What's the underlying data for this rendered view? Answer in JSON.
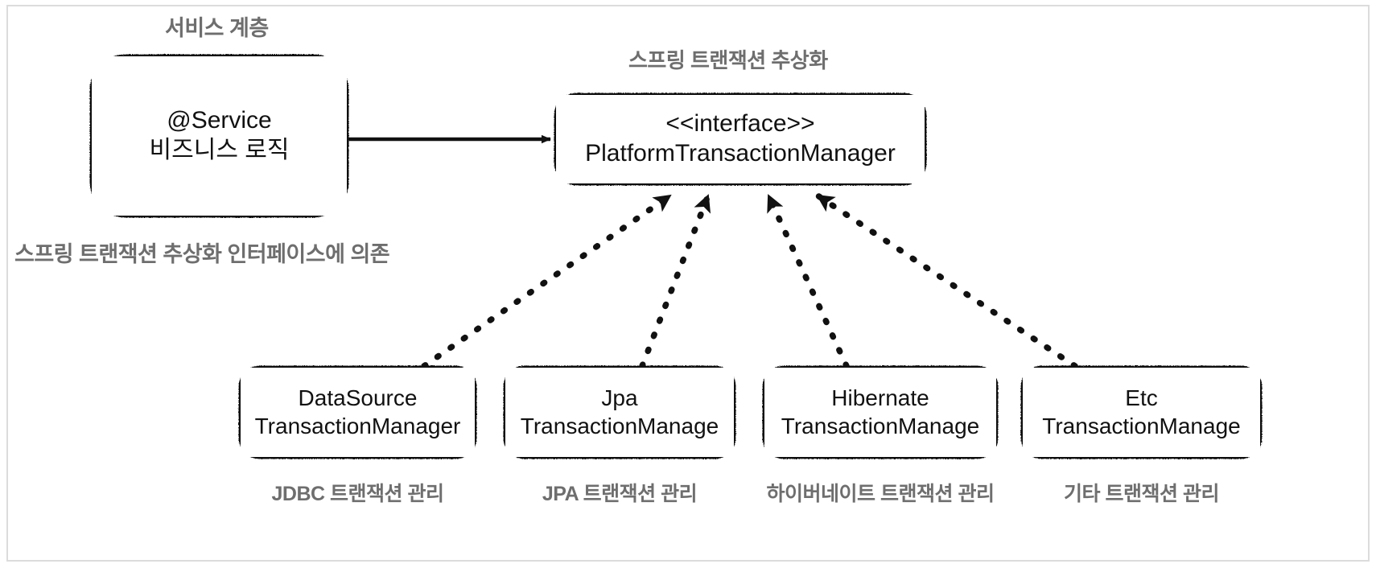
{
  "diagram": {
    "title_service_layer": "서비스 계층",
    "title_spring_abstraction": "스프링 트랜잭션 추상화",
    "note_depends_on_interface": "스프링 트랜잭션 추상화 인터페이스에 의존",
    "colors": {
      "stroke": "#111111",
      "label_gray": "#6e6e6e",
      "frame_gray": "#dcdcdc",
      "background": "#ffffff"
    },
    "service_node": {
      "line1": "@Service",
      "line2": "비즈니스 로직"
    },
    "interface_node": {
      "line1": "<<interface>>",
      "line2": "PlatformTransactionManager"
    },
    "implementations": [
      {
        "line1": "DataSource",
        "line2": "TransactionManager",
        "caption": "JDBC 트랜잭션 관리"
      },
      {
        "line1": "Jpa",
        "line2": "TransactionManage",
        "caption": "JPA 트랜잭션 관리"
      },
      {
        "line1": "Hibernate",
        "line2": "TransactionManage",
        "caption": "하이버네이트 트랜잭션 관리"
      },
      {
        "line1": "Etc",
        "line2": "TransactionManage",
        "caption": "기타 트랜잭션 관리"
      }
    ],
    "edges": {
      "service_to_interface": "solid-arrow",
      "implementation_to_interface": "dotted-realization-arrow"
    }
  }
}
